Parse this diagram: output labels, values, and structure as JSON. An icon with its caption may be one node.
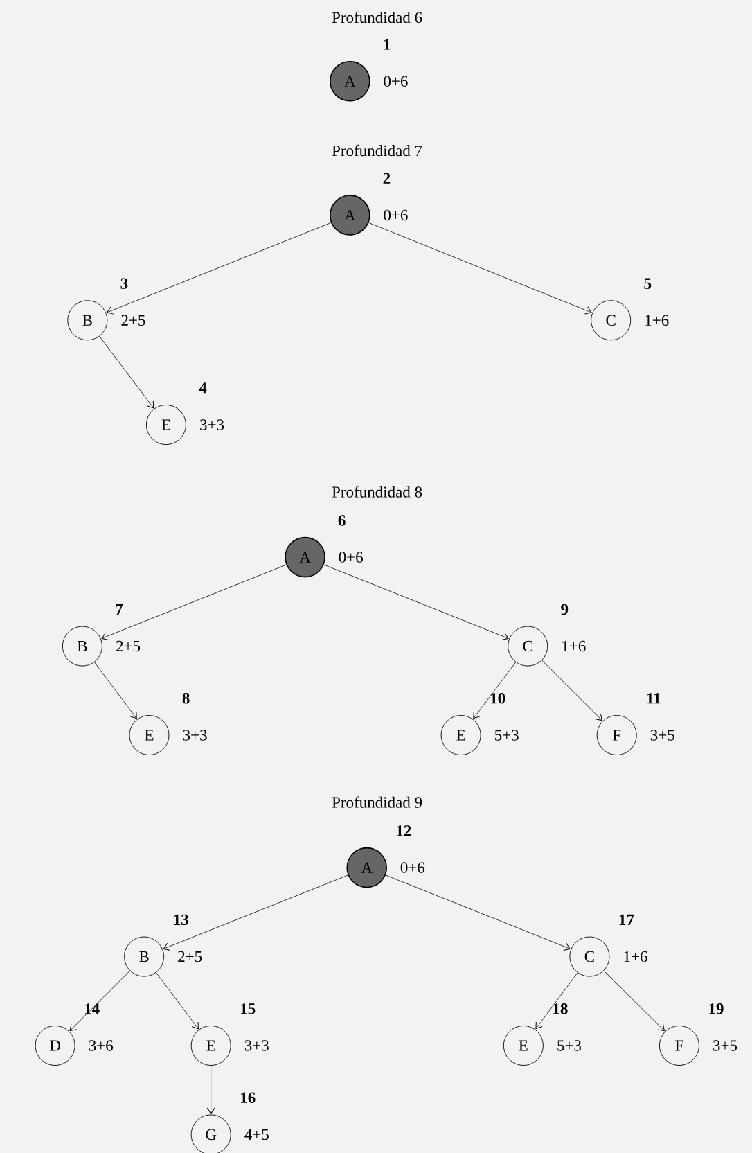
{
  "diagram": {
    "nodes": [
      {
        "text": [
          "A"
        ],
        "beside": [
          "1",
          "0+6"
        ]
      },
      {
        "text": [
          "A"
        ],
        "beside": [
          "2",
          "0+6"
        ]
      },
      {
        "text": [
          "B"
        ],
        "beside": [
          "3",
          "2+5"
        ]
      },
      {
        "text": [
          "C"
        ],
        "beside": [
          "5",
          "1+6"
        ]
      },
      {
        "text": [
          "E"
        ],
        "beside": [
          "4",
          "3+3"
        ]
      },
      {
        "text": [
          "A"
        ],
        "beside": [
          "6",
          "0+6"
        ]
      },
      {
        "text": [
          "B"
        ],
        "beside": [
          "7",
          "2+5"
        ]
      },
      {
        "text": [
          "C"
        ],
        "beside": [
          "9",
          "1+6"
        ]
      },
      {
        "text": [
          "E"
        ],
        "beside": [
          "8",
          "3+3"
        ]
      },
      {
        "text": [
          "E"
        ],
        "beside": [
          "10",
          "5+3"
        ]
      },
      {
        "text": [
          "F"
        ],
        "beside": [
          "11",
          "3+5"
        ]
      },
      {
        "text": [
          "A"
        ],
        "beside": [
          "12",
          "0+6"
        ]
      },
      {
        "text": [
          "B"
        ],
        "beside": [
          "13",
          "2+5"
        ]
      },
      {
        "text": [
          "C"
        ],
        "beside": [
          "17",
          "1+6"
        ]
      },
      {
        "text": [
          "D"
        ],
        "beside": [
          "14",
          "3+6"
        ]
      },
      {
        "text": [
          "E"
        ],
        "beside": [
          "15",
          "3+3"
        ]
      },
      {
        "text": [
          "E"
        ],
        "beside": [
          "18",
          "5+3"
        ]
      },
      {
        "text": [
          "F"
        ],
        "beside": [
          "19",
          "3+5"
        ]
      },
      {
        "text": [
          "G"
        ],
        "beside": [
          "16",
          "4+5"
        ]
      }
    ],
    "edges": [
      {
        "from": 1,
        "to": 2,
        "arrow": "to"
      },
      {
        "from": 1,
        "to": 3,
        "arrow": "to"
      },
      {
        "from": 2,
        "to": 4,
        "arrow": "to"
      },
      {
        "from": 5,
        "to": 6,
        "arrow": "to"
      },
      {
        "from": 5,
        "to": 7,
        "arrow": "to"
      },
      {
        "from": 6,
        "to": 8,
        "arrow": "to"
      },
      {
        "from": 7,
        "to": 9,
        "arrow": "to"
      },
      {
        "from": 7,
        "to": 10,
        "arrow": "to"
      },
      {
        "from": 11,
        "to": 12,
        "arrow": "to"
      },
      {
        "from": 11,
        "to": 13,
        "arrow": "to"
      },
      {
        "from": 12,
        "to": 14,
        "arrow": "to"
      },
      {
        "from": 12,
        "to": 15,
        "arrow": "to"
      },
      {
        "from": 15,
        "to": 18,
        "arrow": "to"
      },
      {
        "from": 13,
        "to": 16,
        "arrow": "to"
      },
      {
        "from": 13,
        "to": 17,
        "arrow": "to"
      }
    ],
    "labels": [
      "Profundidad 6",
      "Profundidad 7",
      "Profundidad 8",
      "Profundidad 9"
    ]
  }
}
